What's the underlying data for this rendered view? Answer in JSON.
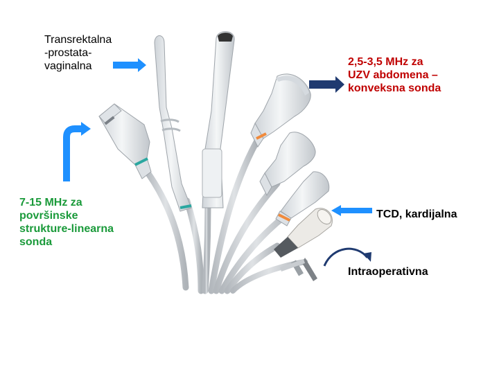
{
  "labels": {
    "transrectal": "Transrektalna\n-prostata-\nvaginalna",
    "convex": "2,5-3,5 MHz za\nUZV abdomena –\nkonveksna sonda",
    "linear": "7-15 MHz za\npovršinske\nstrukture-linearna\nsonda",
    "tcd": "TCD, kardijalna",
    "intraoperative": "Intraoperativna"
  },
  "colors": {
    "arrow_blue": "#1e90ff",
    "arrow_dark": "#1f3a70",
    "convex_text": "#c00000",
    "linear_text": "#1a9a3a",
    "probe_body": "#e8ebee",
    "probe_shadow": "#b9bec4",
    "cable": "#c9cdd1",
    "ring_teal": "#2aa7a0",
    "ring_orange": "#f08a3c"
  }
}
